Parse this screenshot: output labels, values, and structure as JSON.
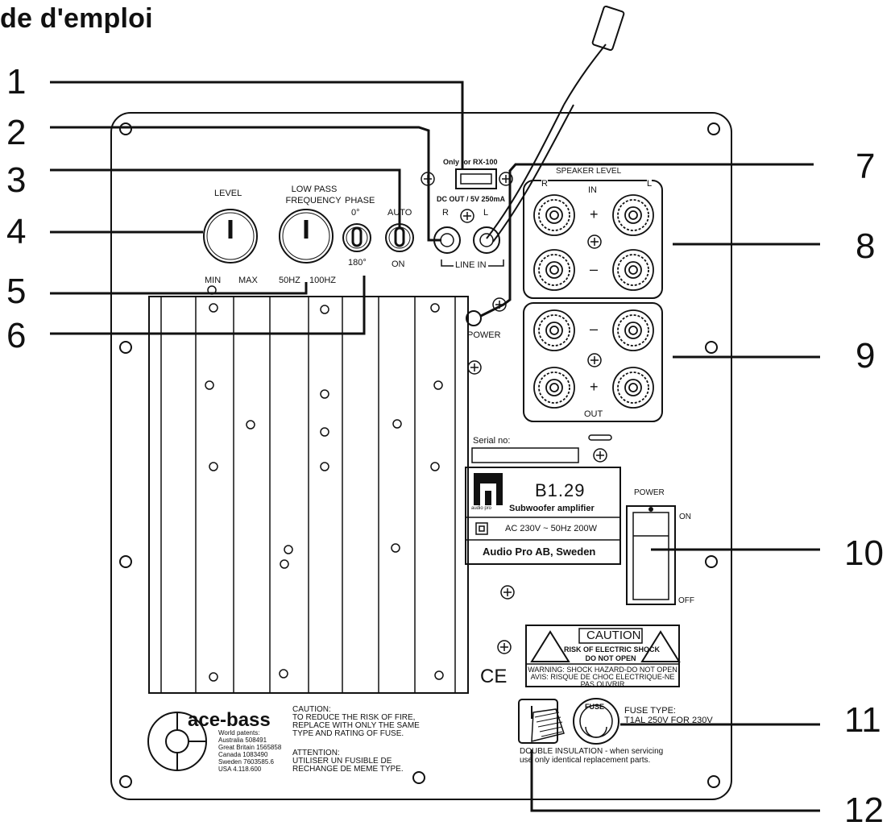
{
  "page": {
    "title": "de d'emploi"
  },
  "callouts": [
    "1",
    "2",
    "3",
    "4",
    "5",
    "6",
    "7",
    "8",
    "9",
    "10",
    "11",
    "12"
  ],
  "panel": {
    "usb_top": "Only for RX-100",
    "usb_bottom": "DC OUT / 5V 250mA",
    "level": "LEVEL",
    "level_min": "MIN",
    "level_max": "MAX",
    "lowpass_1": "LOW PASS",
    "lowpass_2": "FREQUENCY",
    "lowpass_min": "50HZ",
    "lowpass_max": "100HZ",
    "phase": "PHASE",
    "phase_0": "0°",
    "phase_180": "180°",
    "auto": "AUTO",
    "auto_on": "ON",
    "line_r": "R",
    "line_l": "L",
    "line_in": "LINE IN",
    "speaker_level": "SPEAKER LEVEL",
    "spk_r": "R",
    "spk_in": "IN",
    "spk_l": "L",
    "plus": "+",
    "minus": "–",
    "out": "OUT",
    "power_led": "POWER",
    "serial": "Serial no:",
    "model": "B1.29",
    "brand_small": "audio pro",
    "product": "Subwoofer amplifier",
    "rating": "AC 230V ~ 50Hz 200W",
    "company": "Audio Pro AB, Sweden",
    "switch_label": "POWER",
    "switch_on": "ON",
    "switch_off": "OFF",
    "caution_title": "CAUTION",
    "caution_l1": "RISK OF ELECTRIC SHOCK",
    "caution_l2": "DO NOT OPEN",
    "warn_1": "WARNING: SHOCK HAZARD-DO NOT OPEN",
    "warn_2": "AVIS: RISQUE DE CHOC ELECTRIQUE-NE",
    "warn_3": "PAS OUVRIR",
    "ce": "CE",
    "fuse_word": "FUSE",
    "fuse_type_1": "FUSE TYPE:",
    "fuse_type_2": "T1AL 250V FOR 230V",
    "double_ins_1": "DOUBLE INSULATION - when servicing",
    "double_ins_2": "use only identical replacement parts.",
    "acebass": "ace-bass",
    "patents": [
      "World patents:",
      "Australia 508491",
      "Great Britain 1565858",
      "Canada 1083490",
      "Sweden 7603585.6",
      "USA 4.118.600"
    ],
    "caution_fire": [
      "CAUTION:",
      "TO REDUCE THE RISK OF FIRE,",
      "REPLACE WITH ONLY THE SAME",
      "TYPE AND RATING OF FUSE."
    ],
    "attention": [
      "ATTENTION:",
      "UTILISER UN FUSIBLE DE",
      "RECHANGE DE MEME TYPE."
    ]
  }
}
